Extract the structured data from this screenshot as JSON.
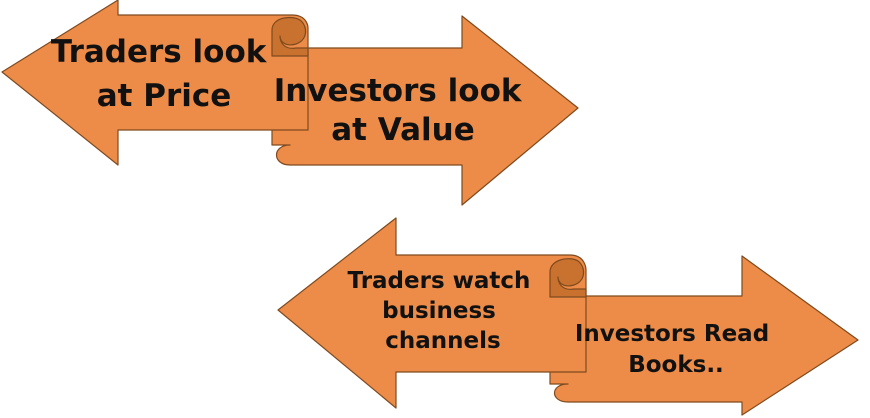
{
  "colors": {
    "arrow_fill": "#ED8C48",
    "arrow_fold": "#C9722F",
    "arrow_outline": "#7F4A1E",
    "text": "#111111"
  },
  "top_pair": {
    "left_arrow": {
      "direction": "left",
      "lines": [
        "Traders look",
        "at Price"
      ]
    },
    "right_arrow": {
      "direction": "right",
      "lines": [
        "Investors look",
        "at Value"
      ]
    }
  },
  "bottom_pair": {
    "left_arrow": {
      "direction": "left",
      "lines": [
        "Traders watch",
        "business",
        "channels"
      ]
    },
    "right_arrow": {
      "direction": "right",
      "lines": [
        "Investors Read",
        "Books.."
      ]
    }
  }
}
